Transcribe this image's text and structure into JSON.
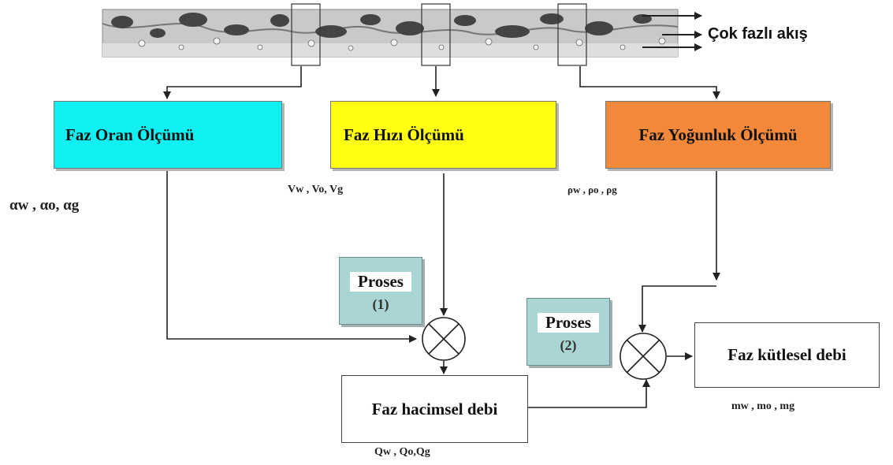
{
  "pipe": {
    "flow_label": "Çok fazlı akış"
  },
  "boxes": {
    "faz_oran": "Faz Oran Ölçümü",
    "faz_hizi": "Faz Hızı Ölçümü",
    "faz_yogunluk": "Faz Yoğunluk Ölçümü",
    "hacimsel": "Faz hacimsel debi",
    "kutlesel": "Faz kütlesel debi"
  },
  "proses": [
    {
      "title": "Proses",
      "number": "(1)"
    },
    {
      "title": "Proses",
      "number": "(2)"
    }
  ],
  "symbols": {
    "alpha": "αw , αo, αg",
    "velocity": "Vw , Vo, Vg",
    "density": "ρw , ρo , ρg",
    "volumetric": "Qw , Qo,Qg",
    "mass": "mw , mo , mg"
  },
  "colors": {
    "faz_oran": "#10f0f2",
    "faz_hizi": "#ffff14",
    "faz_yogunluk": "#f2883a",
    "proses": "#a9d6d5",
    "pipe": "#c8c8c8"
  }
}
